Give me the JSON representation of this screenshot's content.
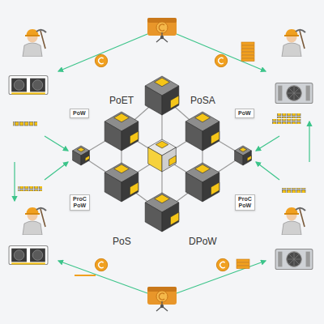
{
  "diagram": {
    "nodes": [
      {
        "text": [
          "PoW"
        ]
      },
      {
        "text": [
          "PoW"
        ]
      },
      {
        "text": [
          "ProC PoW"
        ]
      },
      {
        "text": [
          "ProC PoW"
        ]
      }
    ],
    "labels": [
      "PoET",
      "PoSA",
      "PoS",
      "DPoW"
    ]
  }
}
